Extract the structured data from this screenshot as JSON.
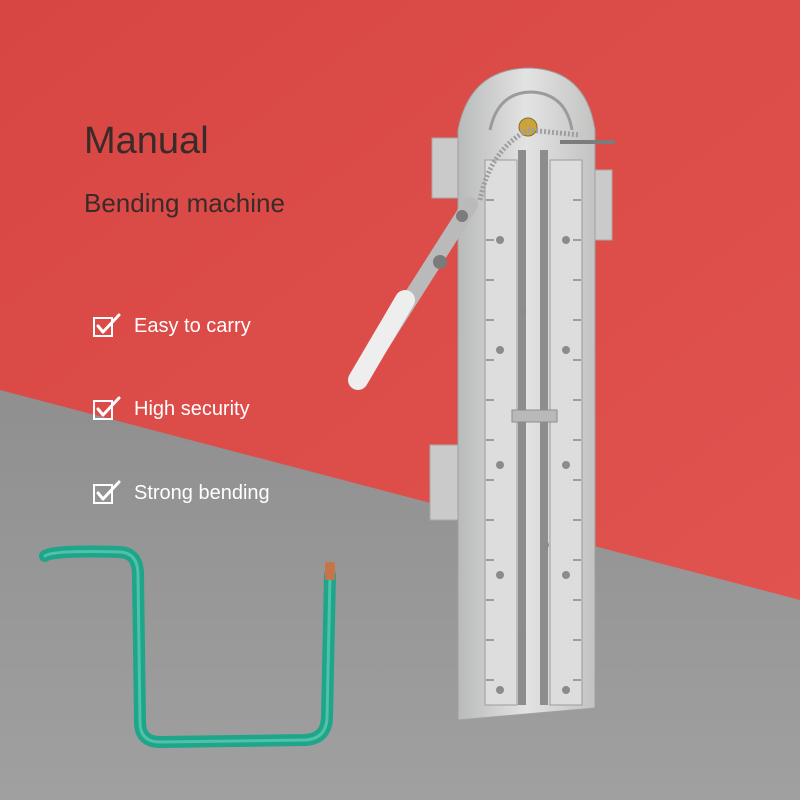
{
  "heading": {
    "title": "Manual",
    "subtitle": "Bending machine"
  },
  "features": [
    {
      "label": "Easy to carry",
      "icon": "checkbox-check-icon"
    },
    {
      "label": "High security",
      "icon": "checkbox-check-icon"
    },
    {
      "label": "Strong bending",
      "icon": "checkbox-check-icon"
    }
  ],
  "colors": {
    "background_red": "#d94a48",
    "background_gray": "#8f8f8f",
    "wire_green": "#1ea58a",
    "steel": "#cfd0cf"
  }
}
